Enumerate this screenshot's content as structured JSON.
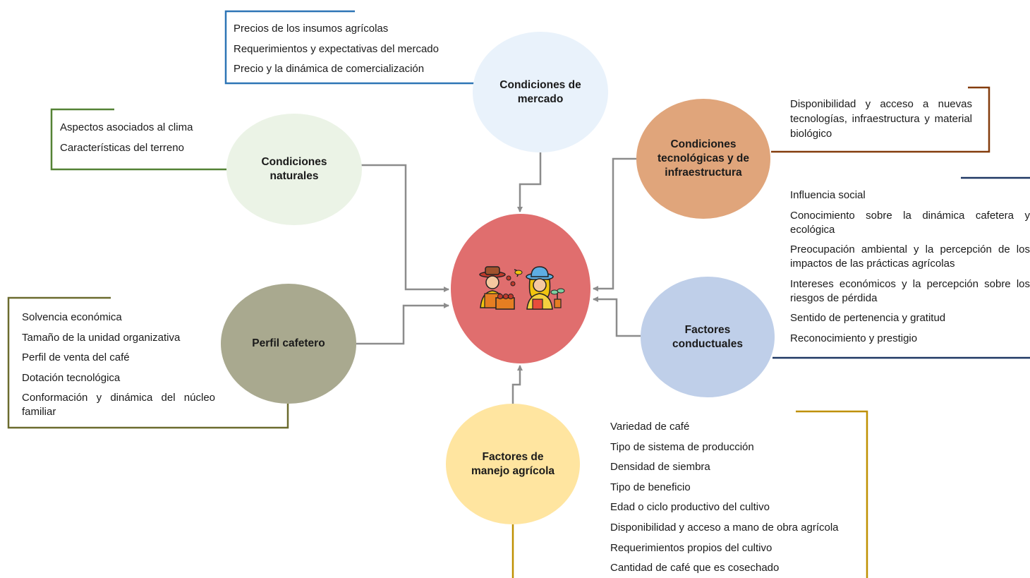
{
  "nodes": {
    "mercado": {
      "line1": "Condiciones de",
      "line2": "mercado",
      "color": "#e9f2fb",
      "frame_color": "#2e75b6"
    },
    "naturales": {
      "line1": "Condiciones",
      "line2": "naturales",
      "color": "#ebf3e6",
      "frame_color": "#548235"
    },
    "tecnologicas": {
      "line1": "Condiciones",
      "line2": "tecnológicas y de",
      "line3": "infraestructura",
      "color": "#e0a57b",
      "frame_color": "#843c0c"
    },
    "perfil": {
      "line1": "Perfil cafetero",
      "color": "#a9a98f",
      "frame_color": "#6b6b2e"
    },
    "conductuales": {
      "line1": "Factores",
      "line2": "conductuales",
      "color": "#bfcfe9",
      "frame_color": "#1f3864"
    },
    "manejo": {
      "line1": "Factores de",
      "line2": "manejo agrícola",
      "color": "#ffe5a0",
      "frame_color": "#bf9000"
    },
    "center": {
      "icon": "farmers-icon",
      "color": "#e06e6e"
    }
  },
  "lists": {
    "mercado": [
      "Precios de los insumos agrícolas",
      "Requerimientos y expectativas del mercado",
      "Precio y la dinámica de comercialización"
    ],
    "naturales": [
      "Aspectos asociados al clima",
      "Características del terreno"
    ],
    "perfil": [
      "Solvencia económica",
      "Tamaño de la unidad organizativa",
      "Perfil de venta del café",
      "Dotación tecnológica",
      "Conformación y dinámica del núcleo familiar"
    ],
    "tecnologicas": [
      "Disponibilidad y acceso a nuevas tecnologías, infraestructura y material biológico"
    ],
    "conductuales": [
      "Influencia social",
      "Conocimiento sobre la dinámica cafetera y ecológica",
      "Preocupación ambiental y la percepción de los impactos de las prácticas agrícolas",
      "Intereses económicos y la percepción sobre los riesgos de pérdida",
      "Sentido de pertenencia y gratitud",
      "Reconocimiento y prestigio"
    ],
    "manejo": [
      "Variedad de café",
      "Tipo de sistema de producción",
      "Densidad de siembra",
      "Tipo de beneficio",
      "Edad o ciclo productivo del cultivo",
      "Disponibilidad y acceso a mano de obra agrícola",
      "Requerimientos propios del cultivo",
      "Cantidad de café que es cosechado"
    ]
  },
  "colors": {
    "connector": "#8c8c8c"
  }
}
